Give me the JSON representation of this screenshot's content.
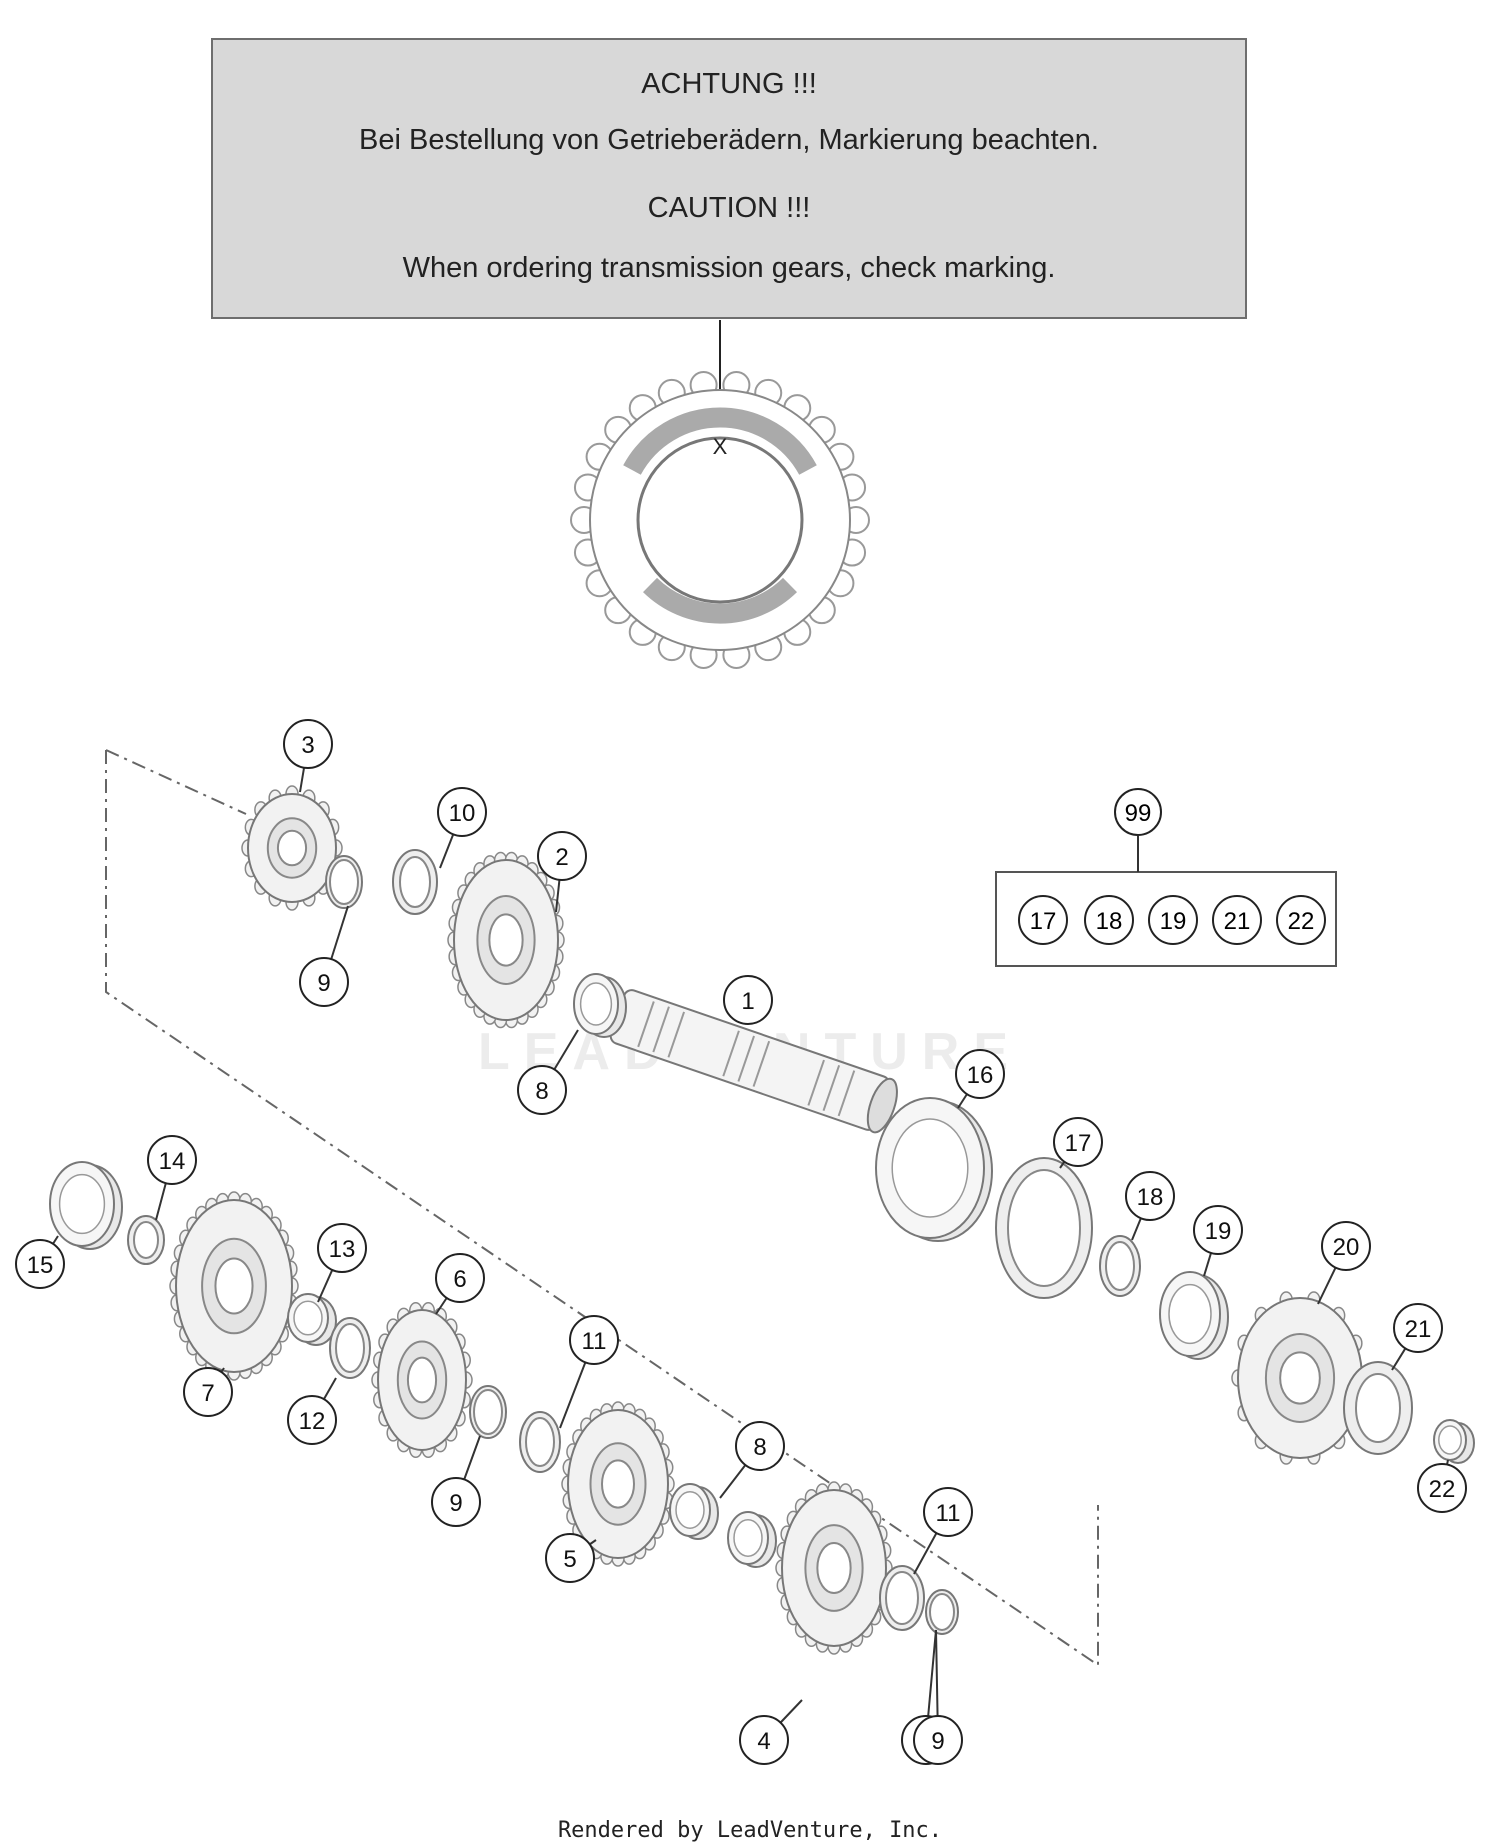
{
  "notice": {
    "title_de": "ACHTUNG !!!",
    "text_de": "Bei Bestellung von Getrieberädern, Markierung beachten.",
    "title_en": "CAUTION !!!",
    "text_en": "When ordering transmission gears, check marking."
  },
  "gear_marking": "X",
  "watermark": "LEADVENTURE",
  "kit": {
    "number": "99",
    "contents": [
      "17",
      "18",
      "19",
      "21",
      "22"
    ]
  },
  "callouts": [
    "1",
    "2",
    "3",
    "4",
    "5",
    "6",
    "7",
    "8",
    "8",
    "9",
    "9",
    "9",
    "9",
    "10",
    "11",
    "11",
    "12",
    "13",
    "14",
    "15",
    "16",
    "17",
    "18",
    "19",
    "20",
    "21",
    "22"
  ],
  "footer": "Rendered by LeadVenture, Inc."
}
